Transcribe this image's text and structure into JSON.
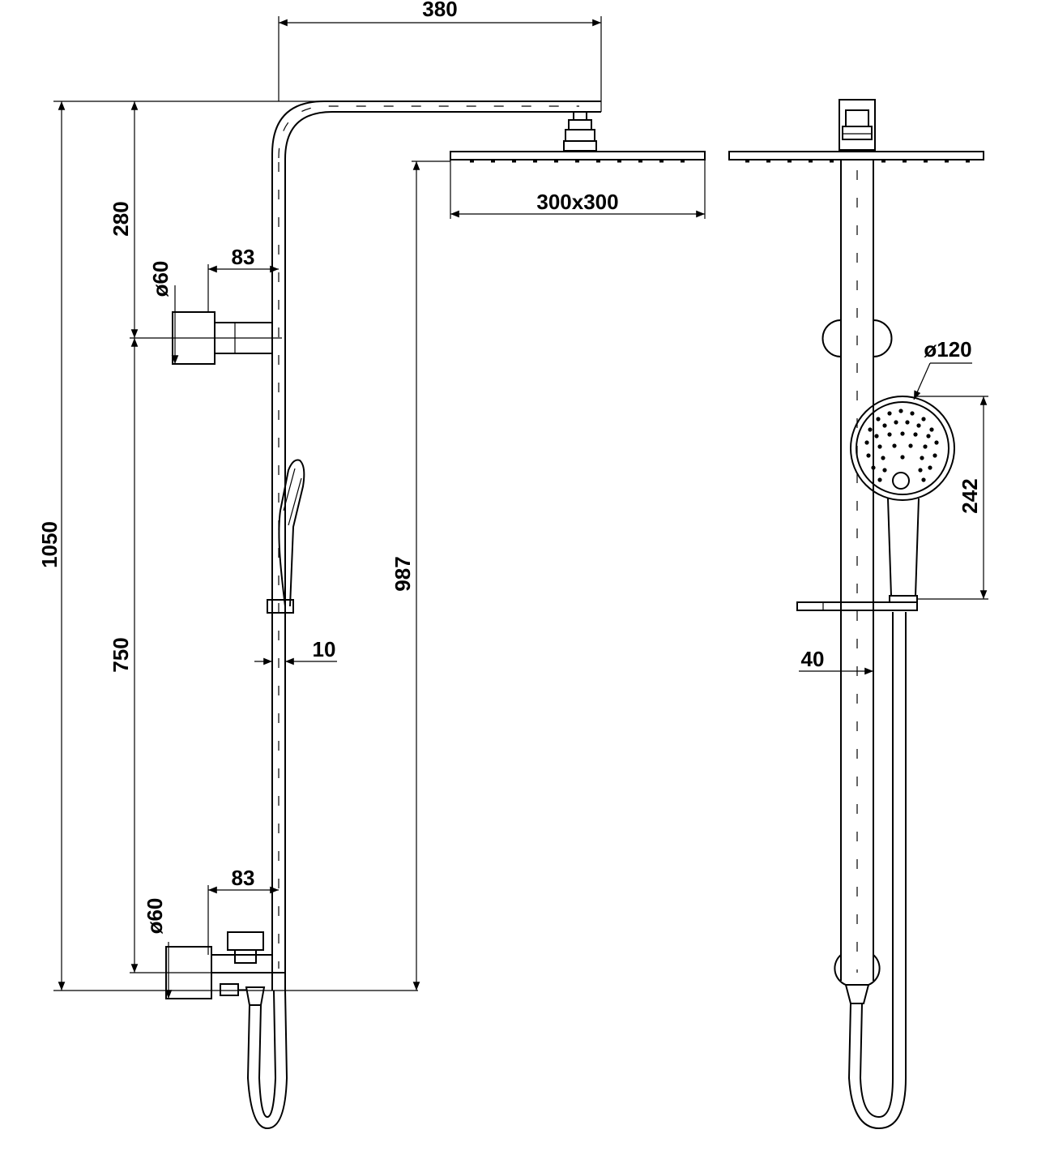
{
  "dimensions": {
    "arm_reach": "380",
    "total_height": "1050",
    "head_to_upper_bracket": "280",
    "upper_bracket_diameter": "ø60",
    "upper_bracket_offset": "83",
    "head_size": "300x300",
    "head_height": "987",
    "lower_bracket_diameter": "ø60",
    "lower_bracket_offset": "83",
    "bracket_spacing": "750",
    "tube_offset": "10",
    "rail_diameter": "40",
    "handset_diameter": "ø120",
    "handset_length": "242"
  },
  "colors": {
    "line": "#000000",
    "background": "#ffffff"
  }
}
